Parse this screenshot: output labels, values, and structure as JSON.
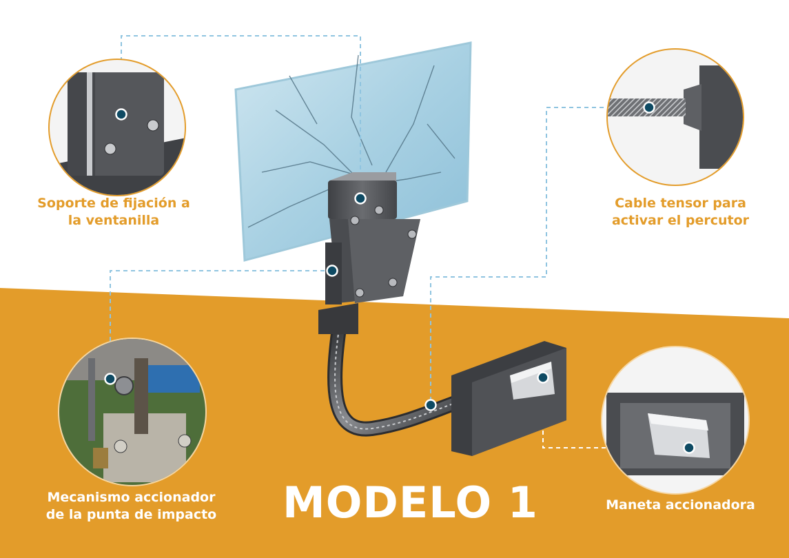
{
  "title": "MODELO 1",
  "colors": {
    "accent_orange": "#E39C2A",
    "callout_dot": "#0E4A63",
    "leader_line": "#8FC4E0",
    "glass": "#BFDDEA",
    "metal": "#5A5C60"
  },
  "callouts": [
    {
      "id": "soporte",
      "lines": [
        "Soporte de fijación a",
        "la ventanilla"
      ]
    },
    {
      "id": "cable",
      "lines": [
        "Cable tensor para",
        "activar el percutor"
      ]
    },
    {
      "id": "mecanismo",
      "lines": [
        "Mecanismo accionador",
        "de la punta de impacto"
      ]
    },
    {
      "id": "maneta",
      "lines": [
        "Maneta accionadora"
      ]
    }
  ]
}
